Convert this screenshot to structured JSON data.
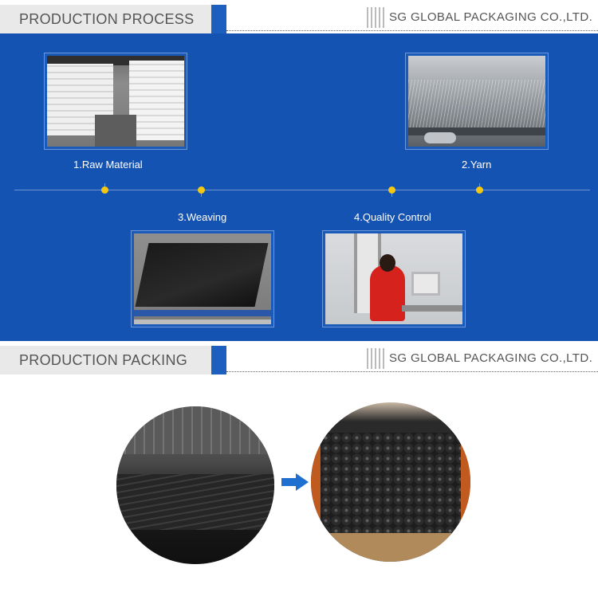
{
  "headers": {
    "process": {
      "title": "PRODUCTION PROCESS",
      "company": "SG GLOBAL PACKAGING CO.,LTD."
    },
    "packing": {
      "title": "PRODUCTION PACKING",
      "company": "SG GLOBAL PACKAGING CO.,LTD."
    }
  },
  "process": {
    "steps": [
      {
        "label": "1.Raw Material"
      },
      {
        "label": "2.Yarn"
      },
      {
        "label": "3.Weaving"
      },
      {
        "label": "4.Quality Control"
      }
    ]
  },
  "packing": {
    "arrow_icon": "arrow-right-icon"
  },
  "colors": {
    "brand_blue": "#1553b3",
    "accent_blue": "#1c5fbf",
    "timeline_dot": "#f2c812",
    "header_gray": "#e9e9e9"
  }
}
